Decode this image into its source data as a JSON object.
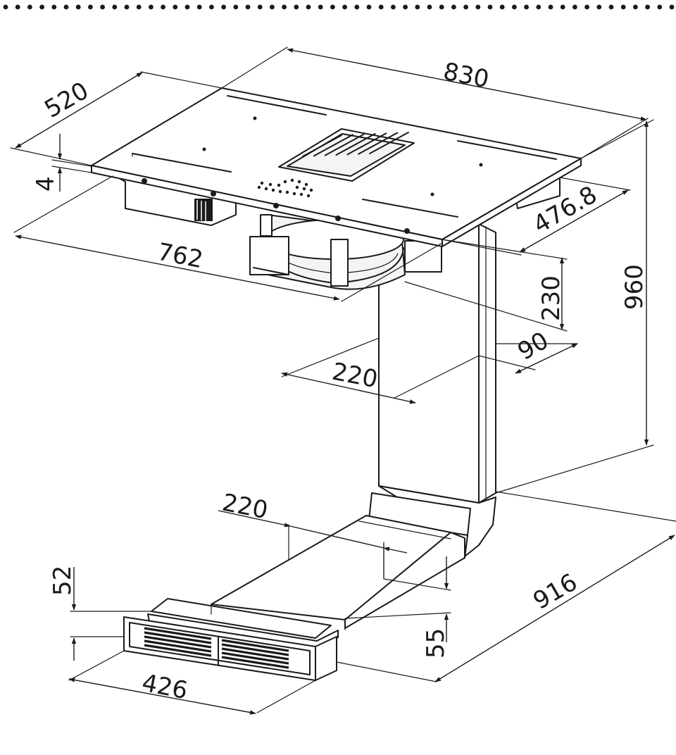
{
  "figure": {
    "kind": "technical-dimension-drawing",
    "stroke_color": "#1a1a1a",
    "background": "#ffffff"
  },
  "dimensions": {
    "width_total": "830",
    "depth_total": "520",
    "top_thickness": "4",
    "cutout_width": "762",
    "cutout_depth": "476.8",
    "motor_height": "230",
    "height_total": "960",
    "duct_width_vertical": "220",
    "duct_depth": "90",
    "duct_width_horizontal": "220",
    "plinth_grille_height": "52",
    "plinth_duct_height": "55",
    "horizontal_run": "916",
    "plinth_grille_width": "426"
  }
}
